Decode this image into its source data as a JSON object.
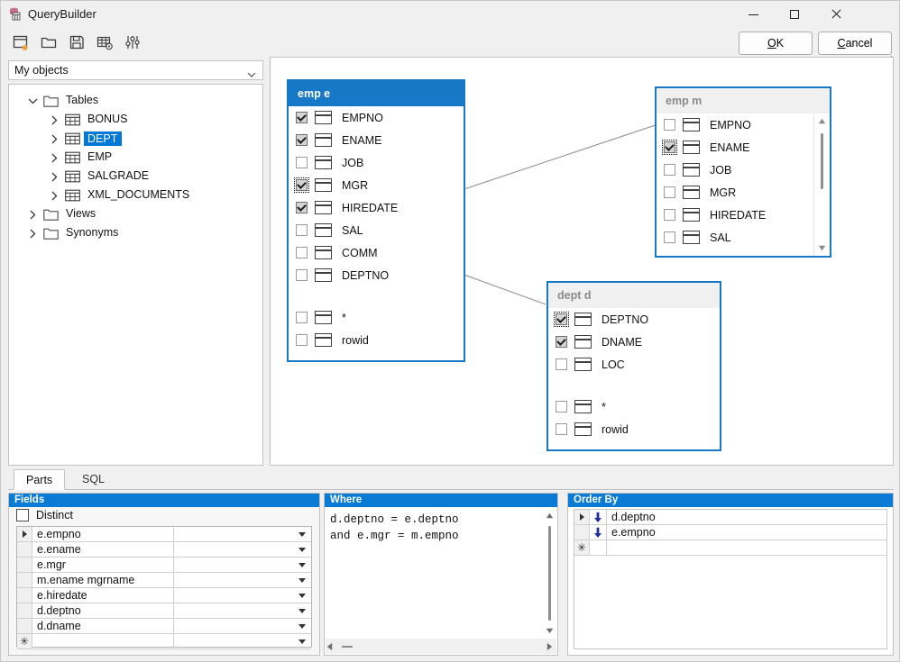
{
  "window": {
    "title": "QueryBuilder",
    "icon": "database-table-icon",
    "minimize_label": "Minimize",
    "maximize_label": "Maximize",
    "close_label": "Close",
    "modified_marker": "*"
  },
  "toolbar": {
    "buttons": [
      {
        "name": "new-query-icon",
        "tooltip": "New"
      },
      {
        "name": "open-folder-icon",
        "tooltip": "Open"
      },
      {
        "name": "save-disk-icon",
        "tooltip": "Save"
      },
      {
        "name": "table-options-icon",
        "tooltip": "Table options"
      },
      {
        "name": "sliders-icon",
        "tooltip": "Preferences"
      }
    ]
  },
  "dialog_buttons": {
    "ok": {
      "prefix": "",
      "accel": "O",
      "suffix": "K"
    },
    "cancel": {
      "prefix": "",
      "accel": "C",
      "suffix": "ancel"
    }
  },
  "object_selector": {
    "value": "My objects",
    "icon": "chevron-down-icon"
  },
  "tree": {
    "nodes": [
      {
        "label": "Tables",
        "level": 0,
        "expanded": true,
        "icon": "folder-icon",
        "selected": false
      },
      {
        "label": "BONUS",
        "level": 1,
        "expanded": false,
        "icon": "table-icon",
        "selected": false
      },
      {
        "label": "DEPT",
        "level": 1,
        "expanded": false,
        "icon": "table-icon",
        "selected": true
      },
      {
        "label": "EMP",
        "level": 1,
        "expanded": false,
        "icon": "table-icon",
        "selected": false
      },
      {
        "label": "SALGRADE",
        "level": 1,
        "expanded": false,
        "icon": "table-icon",
        "selected": false
      },
      {
        "label": "XML_DOCUMENTS",
        "level": 1,
        "expanded": false,
        "icon": "table-icon",
        "selected": false
      },
      {
        "label": "Views",
        "level": 0,
        "expanded": false,
        "icon": "folder-icon",
        "selected": false
      },
      {
        "label": "Synonyms",
        "level": 0,
        "expanded": false,
        "icon": "folder-icon",
        "selected": false
      }
    ]
  },
  "diagram": {
    "tables": [
      {
        "title": "emp e",
        "active": true,
        "scrollbar": false,
        "columns": [
          {
            "name": "EMPNO",
            "checked": true,
            "focused": false
          },
          {
            "name": "ENAME",
            "checked": true,
            "focused": false
          },
          {
            "name": "JOB",
            "checked": false,
            "focused": false
          },
          {
            "name": "MGR",
            "checked": true,
            "focused": true
          },
          {
            "name": "HIREDATE",
            "checked": true,
            "focused": false
          },
          {
            "name": "SAL",
            "checked": false,
            "focused": false
          },
          {
            "name": "COMM",
            "checked": false,
            "focused": false
          },
          {
            "name": "DEPTNO",
            "checked": false,
            "focused": false
          }
        ],
        "extras": [
          {
            "name": "*",
            "checked": false,
            "focused": false
          },
          {
            "name": "rowid",
            "checked": false,
            "focused": false
          }
        ]
      },
      {
        "title": "emp m",
        "active": false,
        "scrollbar": true,
        "columns": [
          {
            "name": "EMPNO",
            "checked": false,
            "focused": false
          },
          {
            "name": "ENAME",
            "checked": true,
            "focused": true
          },
          {
            "name": "JOB",
            "checked": false,
            "focused": false
          },
          {
            "name": "MGR",
            "checked": false,
            "focused": false
          },
          {
            "name": "HIREDATE",
            "checked": false,
            "focused": false
          },
          {
            "name": "SAL",
            "checked": false,
            "focused": false
          }
        ],
        "extras": []
      },
      {
        "title": "dept d",
        "active": false,
        "scrollbar": false,
        "columns": [
          {
            "name": "DEPTNO",
            "checked": true,
            "focused": true
          },
          {
            "name": "DNAME",
            "checked": true,
            "focused": false
          },
          {
            "name": "LOC",
            "checked": false,
            "focused": false
          }
        ],
        "extras": [
          {
            "name": "*",
            "checked": false,
            "focused": false
          },
          {
            "name": "rowid",
            "checked": false,
            "focused": false
          }
        ]
      }
    ]
  },
  "tabs": [
    {
      "label": "Parts",
      "active": true
    },
    {
      "label": "SQL",
      "active": false
    }
  ],
  "fields_panel": {
    "header": "Fields",
    "distinct_label": "Distinct",
    "distinct_checked": false,
    "rows": [
      {
        "field": "e.empno",
        "alias": "",
        "current": true
      },
      {
        "field": "e.ename",
        "alias": "",
        "current": false
      },
      {
        "field": "e.mgr",
        "alias": "",
        "current": false
      },
      {
        "field": "m.ename mgrname",
        "alias": "",
        "current": false
      },
      {
        "field": "e.hiredate",
        "alias": "",
        "current": false
      },
      {
        "field": "d.deptno",
        "alias": "",
        "current": false
      },
      {
        "field": "d.dname",
        "alias": "",
        "current": false
      }
    ],
    "new_row_marker": "✳"
  },
  "where_panel": {
    "header": "Where",
    "text": "d.deptno = e.deptno\nand e.mgr = m.empno"
  },
  "orderby_panel": {
    "header": "Order By",
    "rows": [
      {
        "field": "d.deptno",
        "direction_icon": "arrow-down-icon",
        "current": true
      },
      {
        "field": "e.empno",
        "direction_icon": "arrow-down-icon",
        "current": false
      }
    ],
    "new_row_marker": "✳"
  },
  "colors": {
    "accent": "#0078d7",
    "panel_header": "#0a7bd4",
    "table_border": "#1878c8",
    "window_bg": "#f0f0f0",
    "selection": "#0078d7"
  }
}
